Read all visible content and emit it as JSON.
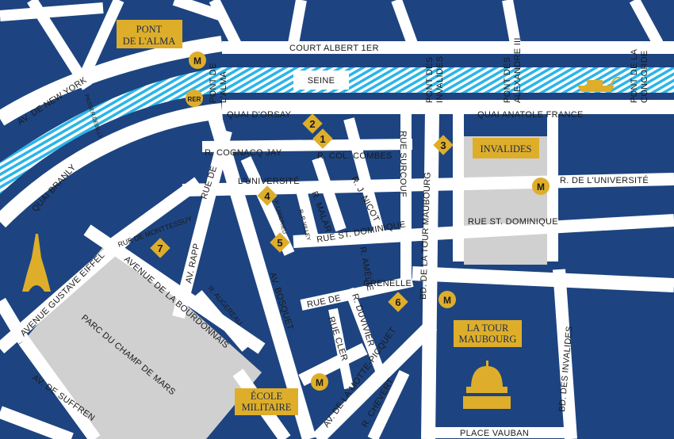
{
  "colors": {
    "block": "#1d4480",
    "street": "#ffffff",
    "gold": "#deae2b",
    "river": "#2bb5e8",
    "park": "#d0d0d0"
  },
  "landmarks": {
    "pont_alma": [
      "PONT",
      "DE L'ALMA"
    ],
    "invalides": "INVALIDES",
    "tour_maubourg": [
      "LA TOUR",
      "MAUBOURG"
    ],
    "ecole_militaire": [
      "ÉCOLE",
      "MILITAIRE"
    ]
  },
  "river": "SEINE",
  "streets": {
    "court_albert": "COURT ALBERT 1ER",
    "quai_orsay": "QUAI D'ORSAY",
    "quai_anatole": "QUAI ANATOLE FRANCE",
    "av_new_york": "AV. DE NEW YORK",
    "passer_debilly": "PASSER.DEBILLY",
    "pont_de_lalma": [
      "PONT DE",
      "L'ALMA"
    ],
    "pont_invalides": [
      "PONT DES",
      "INVALIDES"
    ],
    "pont_alexandre": [
      "PONT DES",
      "ALEXANDRE III"
    ],
    "pont_concorde": [
      "PONT DE LA",
      "CONCORDE"
    ],
    "quai_branly": "QUAI BRANLY",
    "cognacq_jay": "R. COGNACQ JAY",
    "col_combes": "R. COL. COMBES",
    "rue_de": "RUE DE",
    "universite": "L'UNIVERSITÉ",
    "r_universite": "R. DE L'UNIVERSITÉ",
    "r_malar": "R. MALAR",
    "r_j_nicot": "R. J. NICOT",
    "rue_surcouf": "RUE SURCOUF",
    "p_landrieu": "P. LANDRIEU",
    "r_p_villey": "R. P. VILLEY",
    "st_dominique": "RUE ST. DOMINIQUE",
    "st_dominique_2": "RUE ST. DOMINIQUE",
    "r_amelie": "R. AMÉLIE",
    "tour_maubourg_bd": "BD. DE LA TOUR MAUBOURG",
    "montessuy": "RUE DE MONTTESSUY",
    "av_rapp": "AV. RAPP",
    "bourdonnais": "AVENUE DE LA BOURDONNAIS",
    "gustave_eiffel": "AVENUE GUSTAVE EIFFEL",
    "champ_de_mars": "PARC DU CHAMP DE MARS",
    "av_suffren": "AV. DE SUFFREN",
    "r_augereau": "R. AUGEREAU",
    "av_bosquet": "AV. BOSQUET",
    "rue_de_grenelle_1": "RUE DE",
    "rue_de_grenelle_2": "GRENELLE",
    "r_duvivier": "R. DUVIVIER",
    "rue_cler": "RUE CLER",
    "motte_picquet": "AV. DE LA MOTTE-PICQUET",
    "r_chevert": "R. CHEVERT",
    "place_vauban": "PLACE VAUBAN",
    "bd_invalides": "BD. DES INVALIDES"
  },
  "markers": [
    {
      "label": "1",
      "icon": "diamond-marker"
    },
    {
      "label": "2",
      "icon": "diamond-marker"
    },
    {
      "label": "3",
      "icon": "diamond-marker"
    },
    {
      "label": "4",
      "icon": "diamond-marker"
    },
    {
      "label": "5",
      "icon": "diamond-marker"
    },
    {
      "label": "6",
      "icon": "diamond-marker"
    },
    {
      "label": "7",
      "icon": "diamond-marker"
    }
  ],
  "transit": {
    "metro": "M",
    "rer": "RER"
  },
  "icons": [
    "eiffel-tower-icon",
    "invalides-dome-icon",
    "boat-icon",
    "metro-icon",
    "rer-icon"
  ]
}
